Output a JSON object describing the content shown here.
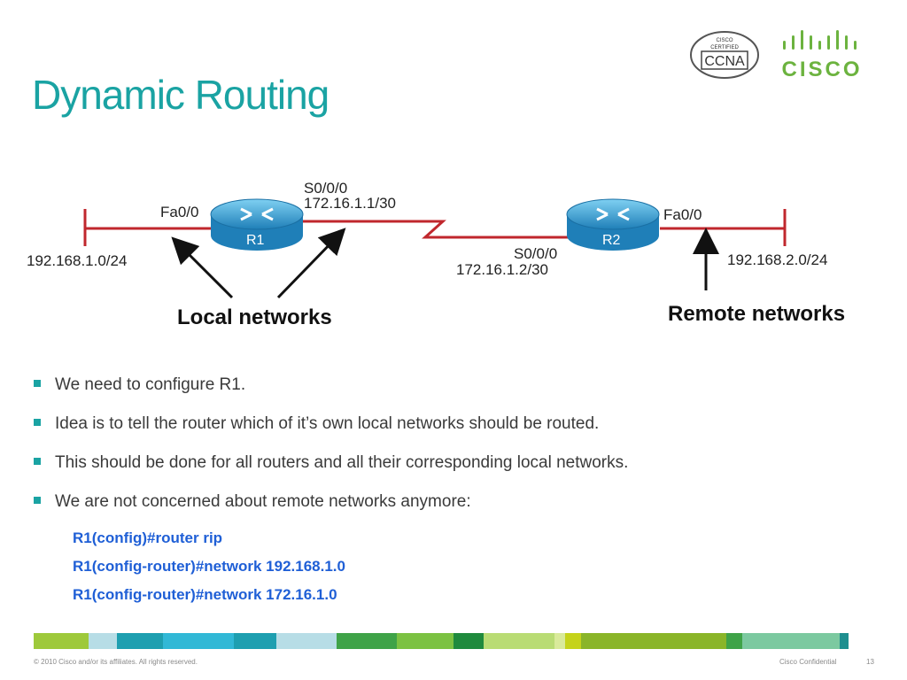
{
  "slide": {
    "title": "Dynamic Routing"
  },
  "logos": {
    "badge_line1": "CISCO",
    "badge_line2": "CERTIFIED",
    "badge_line3": "CCNA",
    "brand": "CISCO"
  },
  "diagram": {
    "r1": {
      "name": "R1",
      "fa_label": "Fa0/0",
      "serial_label": "S0/0/0",
      "serial_ip": "172.16.1.1/30",
      "lan": "192.168.1.0/24"
    },
    "r2": {
      "name": "R2",
      "fa_label": "Fa0/0",
      "serial_label": "S0/0/0",
      "serial_ip": "172.16.1.2/30",
      "lan": "192.168.2.0/24"
    },
    "local_caption": "Local networks",
    "remote_caption": "Remote networks"
  },
  "bullets": [
    "We need to configure R1.",
    "Idea is to tell the router which of  it’s own local networks should be routed.",
    "This should be done for all routers and all their corresponding local networks.",
    "We are not concerned about remote networks anymore:"
  ],
  "commands": [
    "R1(config)#router rip",
    "R1(config-router)#network 192.168.1.0",
    "R1(config-router)#network 172.16.1.0"
  ],
  "footer": {
    "copyright": "© 2010 Cisco and/or its affiliates. All rights reserved.",
    "confidential": "Cisco Confidential",
    "page_number": "13"
  },
  "colors": {
    "title": "#1aa3a3",
    "command": "#1f5fd6",
    "link": "#c0272d",
    "router": "#2f9fd8",
    "brand_green": "#6cb33f"
  }
}
